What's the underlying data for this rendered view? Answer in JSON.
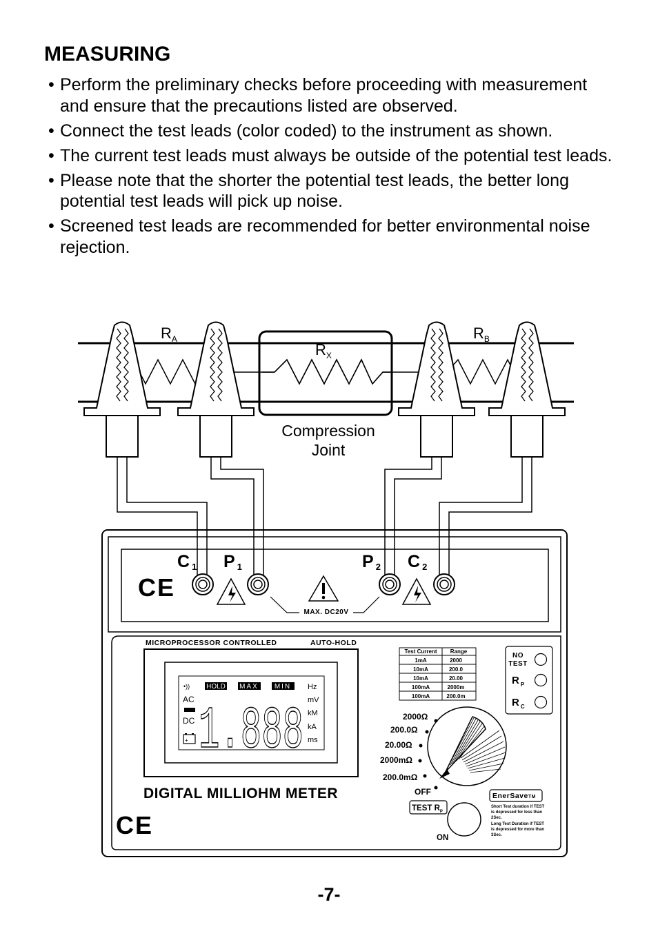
{
  "title": "MEASURING",
  "bullets": [
    "Perform the preliminary checks before proceeding with measurement and ensure that the precautions listed are observed.",
    "Connect the test leads (color coded) to the instrument as shown.",
    "The current test leads must always be outside of the potential test leads.",
    "Please note that the shorter the potential test leads, the better long potential test leads will pick up noise.",
    "Screened test leads are recommended for better environmental noise rejection."
  ],
  "diagram": {
    "ra": {
      "main": "R",
      "sub": "A"
    },
    "rx": {
      "main": "R",
      "sub": "X"
    },
    "rb": {
      "main": "R",
      "sub": "B"
    },
    "joint_label": [
      "Compression",
      "Joint"
    ],
    "terminals": {
      "c1": {
        "main": "C",
        "sub": "1"
      },
      "p1": {
        "main": "P",
        "sub": "1"
      },
      "p2": {
        "main": "P",
        "sub": "2"
      },
      "c2": {
        "main": "C",
        "sub": "2"
      }
    },
    "ce_mark": "CE",
    "max_voltage": "MAX. DC20V",
    "micro_label": "MICROPROCESSOR CONTROLLED",
    "autohold_label": "AUTO-HOLD",
    "lcd": {
      "reading": "1.888",
      "hold": "HOLD",
      "max": "MAX",
      "min": "MIN",
      "ac": "AC",
      "dc": "DC",
      "units": [
        "Hz",
        "mV",
        "kM",
        "kA",
        "ms"
      ]
    },
    "meter_title": "DIGITAL MILLIOHM METER",
    "range_table": {
      "headers": [
        "Test Current",
        "Range"
      ],
      "rows": [
        [
          "1mA",
          "2000"
        ],
        [
          "10mA",
          "200.0"
        ],
        [
          "10mA",
          "20.00"
        ],
        [
          "100mA",
          "2000m"
        ],
        [
          "100mA",
          "200.0m"
        ]
      ]
    },
    "indicators": {
      "no_test": [
        "NO",
        "TEST"
      ],
      "rp": {
        "main": "R",
        "sub": "P"
      },
      "rc": {
        "main": "R",
        "sub": "C"
      }
    },
    "dial_ranges": [
      "2000Ω",
      "200.0Ω",
      "20.00Ω",
      "2000mΩ",
      "200.0mΩ"
    ],
    "off_label": "OFF",
    "test_button": {
      "main": "TEST R",
      "sub": "P"
    },
    "on_label": "ON",
    "enersave": {
      "title": "EnerSave",
      "tm": "TM",
      "short_note": [
        "Short Test duration  if TEST",
        "is depressed   for less than",
        "2Sec."
      ],
      "long_note": [
        "Long Test Duration if TEST",
        "is  depressed  for more than",
        "3Sec."
      ]
    }
  },
  "page_number": "-7-"
}
